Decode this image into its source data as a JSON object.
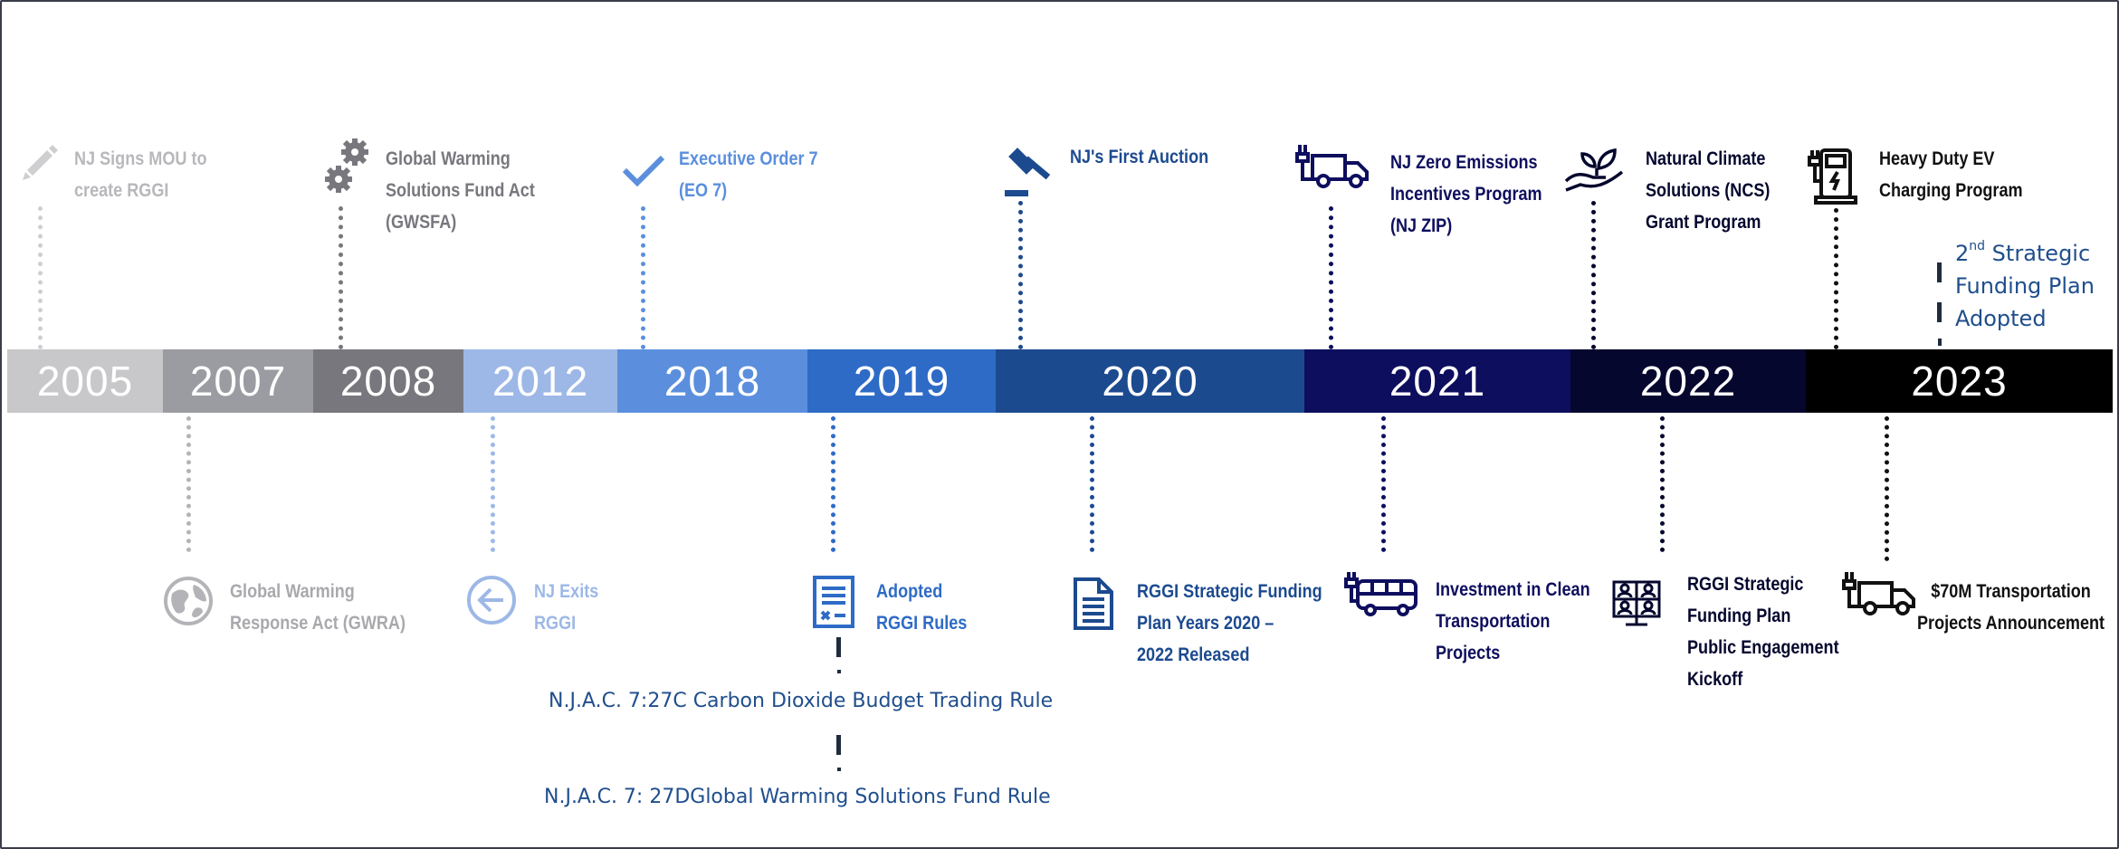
{
  "years": [
    "2005",
    "2007",
    "2008",
    "2012",
    "2018",
    "2019",
    "2020",
    "2021",
    "2022",
    "2023"
  ],
  "colors": {
    "y2005": "#c8c8ca",
    "y2007": "#9b9ba2",
    "y2008": "#77777d",
    "y2012": "#9db8e6",
    "y2018": "#5b8fdd",
    "y2019": "#2e6bc6",
    "y2020": "#1c4a8f",
    "y2021": "#0e0e5e",
    "y2022": "#05072e",
    "y2023": "#000000"
  },
  "events_top": {
    "mou": [
      "NJ Signs MOU to",
      "create RGGI"
    ],
    "gwsfa": [
      "Global Warming",
      "Solutions Fund Act",
      "(GWSFA)"
    ],
    "eo7": [
      "Executive Order 7",
      "(EO 7)"
    ],
    "auction": [
      "NJ's First Auction"
    ],
    "zip": [
      "NJ Zero Emissions",
      "Incentives Program",
      "(NJ ZIP)"
    ],
    "ncs": [
      "Natural Climate",
      "Solutions (NCS)",
      "Grant Program"
    ],
    "hdev": [
      "Heavy Duty EV",
      "Charging Program"
    ]
  },
  "events_bottom": {
    "gwra": [
      "Global Warming",
      "Response Act (GWRA)"
    ],
    "exits": [
      "NJ Exits",
      "RGGI"
    ],
    "adopted": [
      "Adopted",
      "RGGI Rules"
    ],
    "sfp": [
      "RGGI Strategic Funding",
      "Plan Years 2020 –",
      "2022 Released"
    ],
    "clean": [
      "Investment in Clean",
      "Transportation",
      "Projects"
    ],
    "engage": [
      "RGGI Strategic",
      "Funding Plan",
      "Public Engagement",
      "Kickoff"
    ],
    "m70": [
      "$70M Transportation",
      "Projects Announcement"
    ]
  },
  "second_plan": {
    "ordinal": "2",
    "suffix": "nd",
    "line1_rest": " Strategic",
    "line2": "Funding Plan",
    "line3": "Adopted"
  },
  "rules": {
    "rule1": "N.J.A.C. 7:27C Carbon Dioxide Budget Trading Rule",
    "rule2": "N.J.A.C. 7: 27DGlobal Warming Solutions Fund Rule"
  },
  "icons": {
    "mou": "pencil-icon",
    "gwsfa": "gears-icon",
    "eo7": "checkmark-icon",
    "auction": "gavel-icon",
    "zip": "ev-truck-icon",
    "ncs": "hand-plant-icon",
    "hdev": "ev-charger-icon",
    "gwra": "globe-icon",
    "exits": "arrow-left-circle-icon",
    "adopted": "form-document-icon",
    "sfp": "document-icon",
    "clean": "ev-bus-icon",
    "engage": "video-conference-icon",
    "m70": "ev-truck-icon"
  }
}
